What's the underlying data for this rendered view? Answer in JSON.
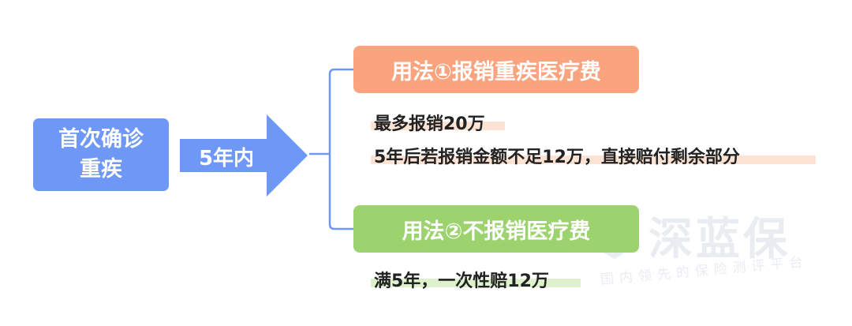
{
  "start": {
    "line1": "首次确诊",
    "line2": "重疾"
  },
  "period": {
    "label": "5年内"
  },
  "option1": {
    "title": "用法①报销重疾医疗费",
    "details": [
      "最多报销20万",
      "5年后若报销金额不足12万，直接赔付剩余部分"
    ]
  },
  "option2": {
    "title": "用法②不报销医疗费",
    "details": [
      "满5年，一次性赔12万"
    ]
  },
  "watermark": {
    "brand": "深蓝保",
    "tagline": "国内领先的保险测评平台"
  },
  "colors": {
    "start_box": "#6f97f5",
    "arrow": "#6f97f5",
    "connector": "#6f97f5",
    "option1": "#f9a47f",
    "option2": "#9cd36f",
    "highlight_orange": "#fde3d4",
    "highlight_green": "#ddf1cc"
  }
}
